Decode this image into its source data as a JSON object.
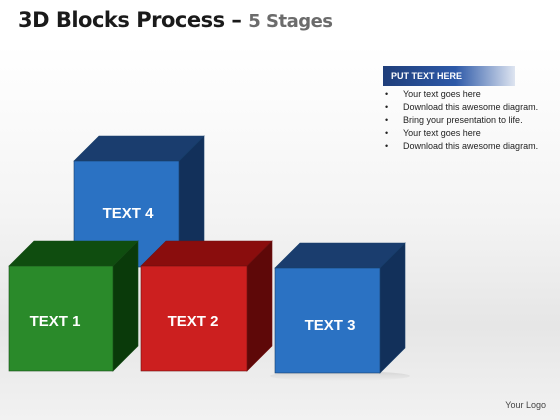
{
  "header": {
    "title": "3D Blocks Process",
    "dash": "–",
    "subtitle": "5 Stages"
  },
  "panel": {
    "heading": "PUT TEXT HERE",
    "bullets": [
      "Your text goes here",
      "Download this awesome diagram.",
      "Bring your presentation to life.",
      "Your text goes here",
      "Download this awesome diagram."
    ]
  },
  "blocks": [
    {
      "id": "text-1",
      "label": "TEXT 1",
      "color": "#2a8a2a"
    },
    {
      "id": "text-2",
      "label": "TEXT 2",
      "color": "#cc1f1f"
    },
    {
      "id": "text-3",
      "label": "TEXT 3",
      "color": "#2b72c3"
    },
    {
      "id": "text-4",
      "label": "TEXT 4",
      "color": "#2b72c3"
    }
  ],
  "footer": {
    "logo_text": "Your Logo"
  }
}
